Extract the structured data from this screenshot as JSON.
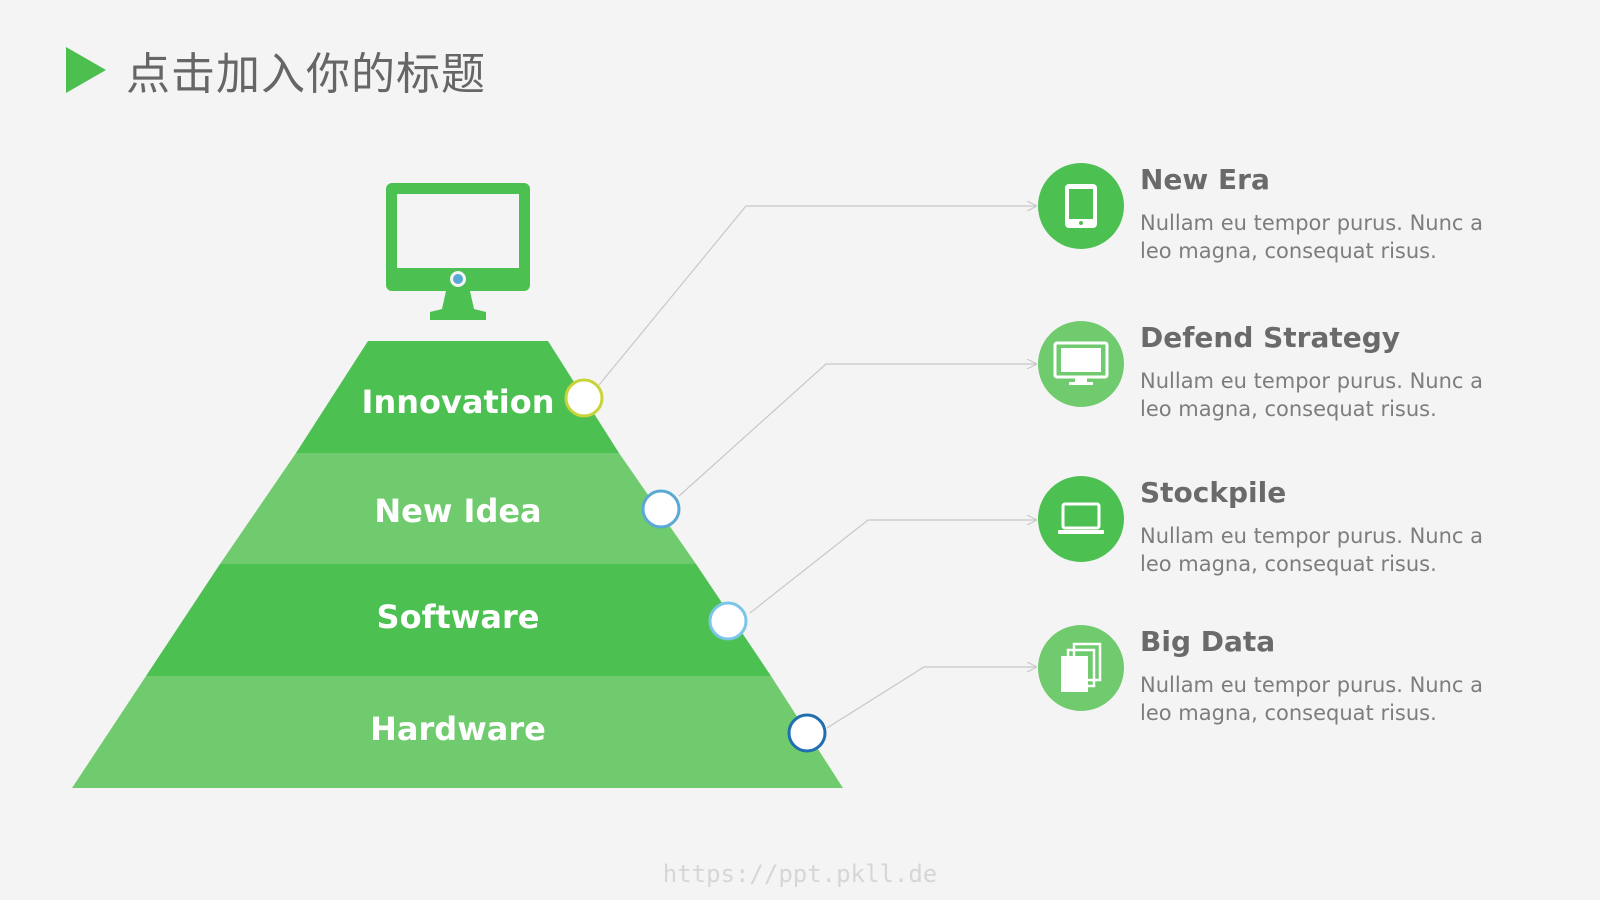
{
  "title": "点击加入你的标题",
  "colors": {
    "green_dark": "#4cc051",
    "green_light": "#6fcb6e",
    "ring_innovation": "#c8d43a",
    "ring_new_idea": "#5aa8d4",
    "ring_software": "#7bc5e6",
    "ring_hardware": "#1f6fb0",
    "connector": "#c8c8c8"
  },
  "pyramid": {
    "tiers": [
      {
        "label": "Innovation"
      },
      {
        "label": "New Idea"
      },
      {
        "label": "Software"
      },
      {
        "label": "Hardware"
      }
    ],
    "top_icon": "monitor-icon"
  },
  "items": [
    {
      "title": "New Era",
      "desc": "Nullam eu tempor purus. Nunc a leo magna, consequat risus.",
      "icon": "tablet-icon"
    },
    {
      "title": "Defend Strategy",
      "desc": "Nullam eu tempor purus. Nunc a leo magna, consequat risus.",
      "icon": "monitor-icon"
    },
    {
      "title": "Stockpile",
      "desc": "Nullam eu tempor purus. Nunc a leo magna, consequat risus.",
      "icon": "laptop-icon"
    },
    {
      "title": "Big Data",
      "desc": "Nullam eu tempor purus. Nunc a leo magna, consequat risus.",
      "icon": "documents-icon"
    }
  ],
  "footer": "https://ppt.pkll.de"
}
